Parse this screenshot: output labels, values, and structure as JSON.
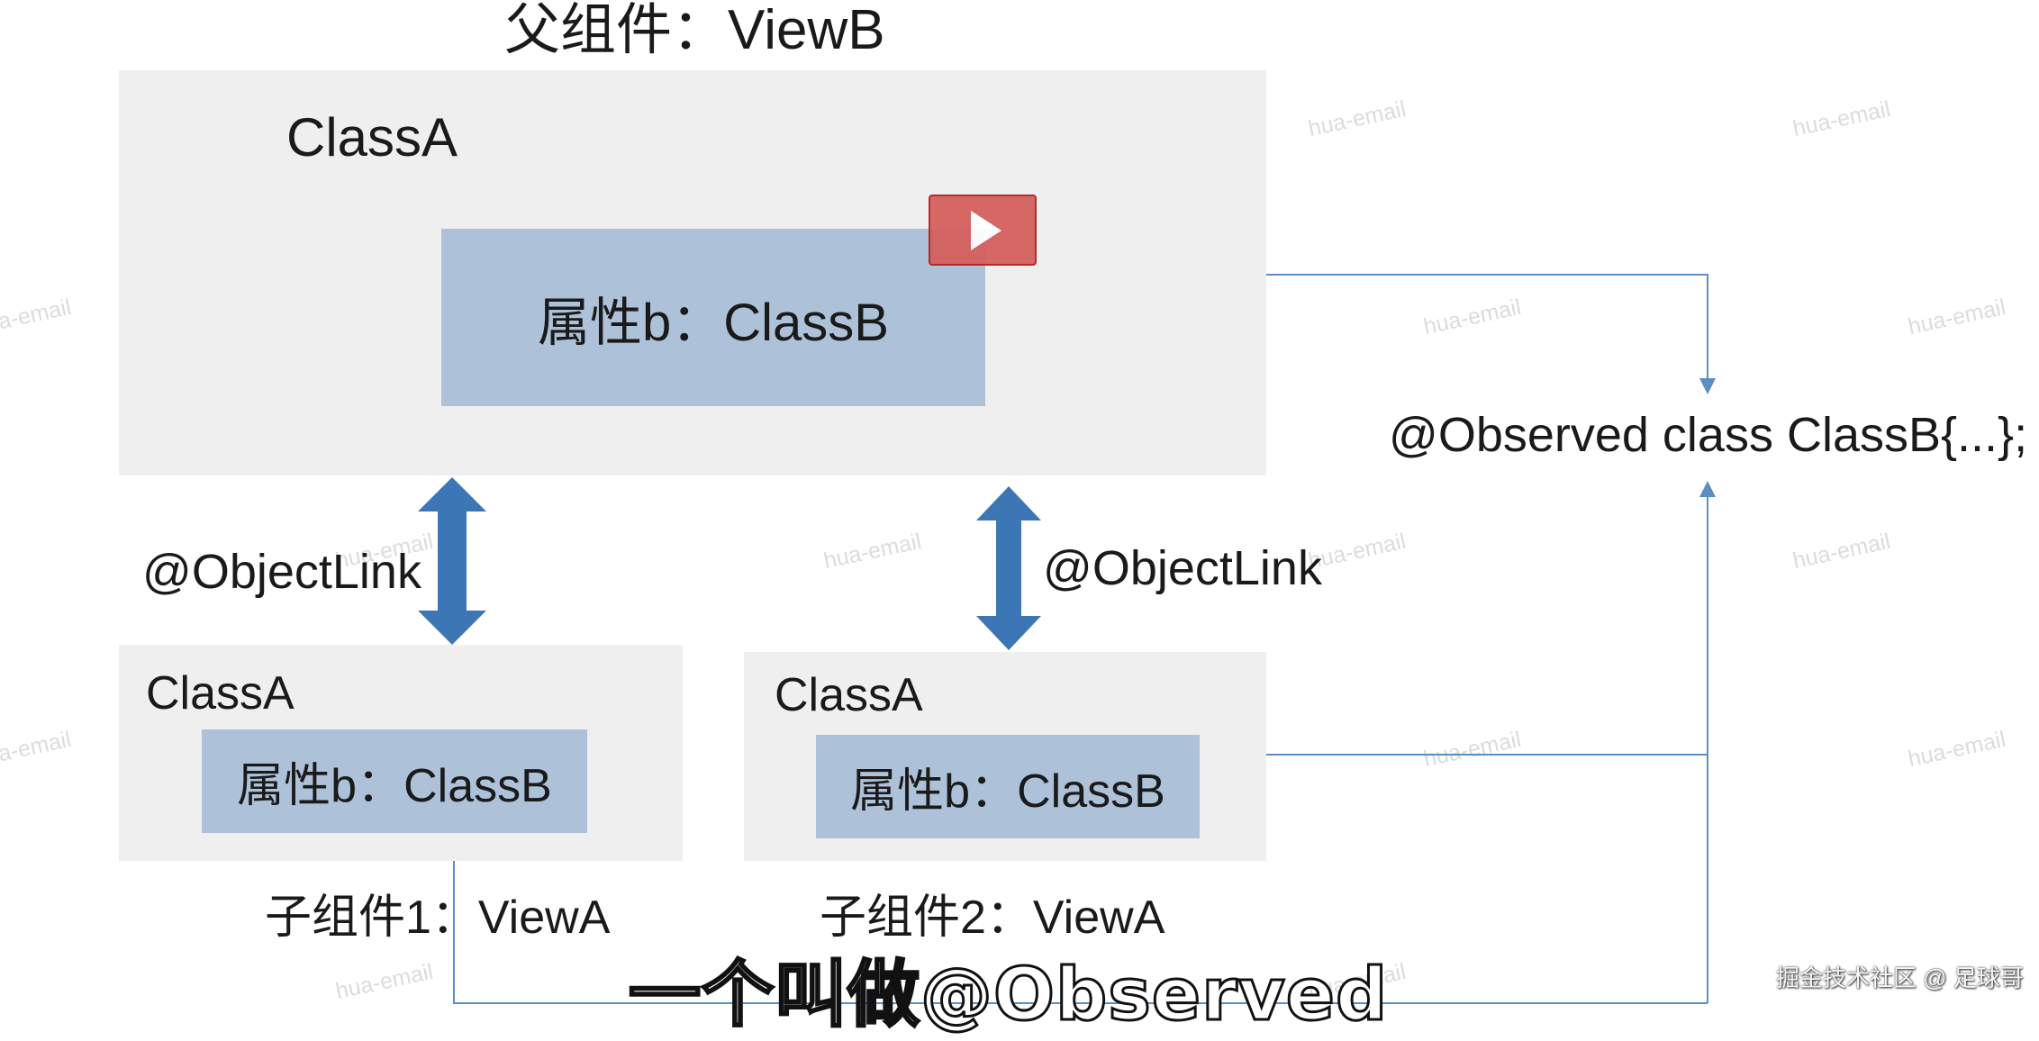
{
  "diagram": {
    "parent_title": "父组件：ViewB",
    "parent_class": "ClassA",
    "property_label": "属性b：ClassB",
    "link_label": "@ObjectLink",
    "observed_label": "@Observed class ClassB{...};",
    "child1": {
      "class": "ClassA",
      "property": "属性b：ClassB",
      "caption": "子组件1：ViewA"
    },
    "child2": {
      "class": "ClassA",
      "property": "属性b：ClassB",
      "caption": "子组件2：ViewA"
    }
  },
  "video": {
    "play_icon": "play-icon",
    "subtitle": "一个叫做@Observed"
  },
  "credit": "掘金技术社区 @ 足球哥",
  "watermark": "hua-email",
  "colors": {
    "box_bg": "#efefef",
    "inner_bg": "#adc2d9",
    "arrow": "#3d76b5",
    "line": "#5b8ec4",
    "play": "#d4605e"
  }
}
